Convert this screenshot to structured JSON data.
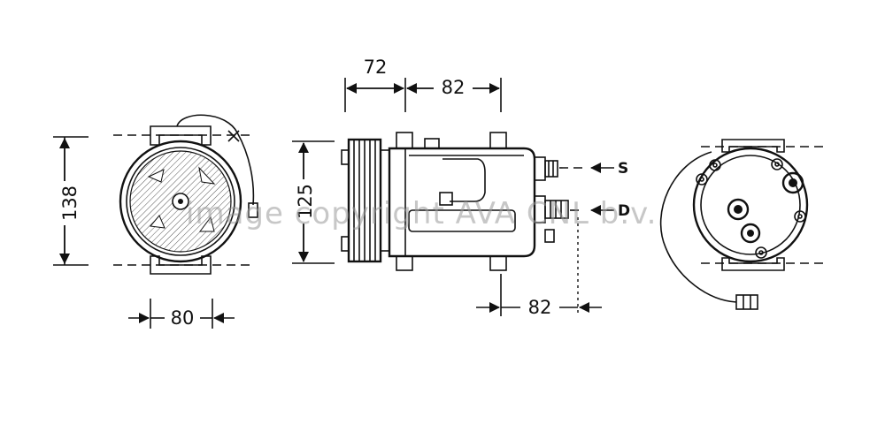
{
  "dimensions": {
    "body_length_a": "72",
    "body_length_b": "82",
    "port_offset": "82",
    "front_height": "138",
    "side_height": "125",
    "front_width": "80"
  },
  "ports": {
    "suction": "S",
    "discharge": "D"
  },
  "watermark": "image copyright AVA CNL b.v."
}
